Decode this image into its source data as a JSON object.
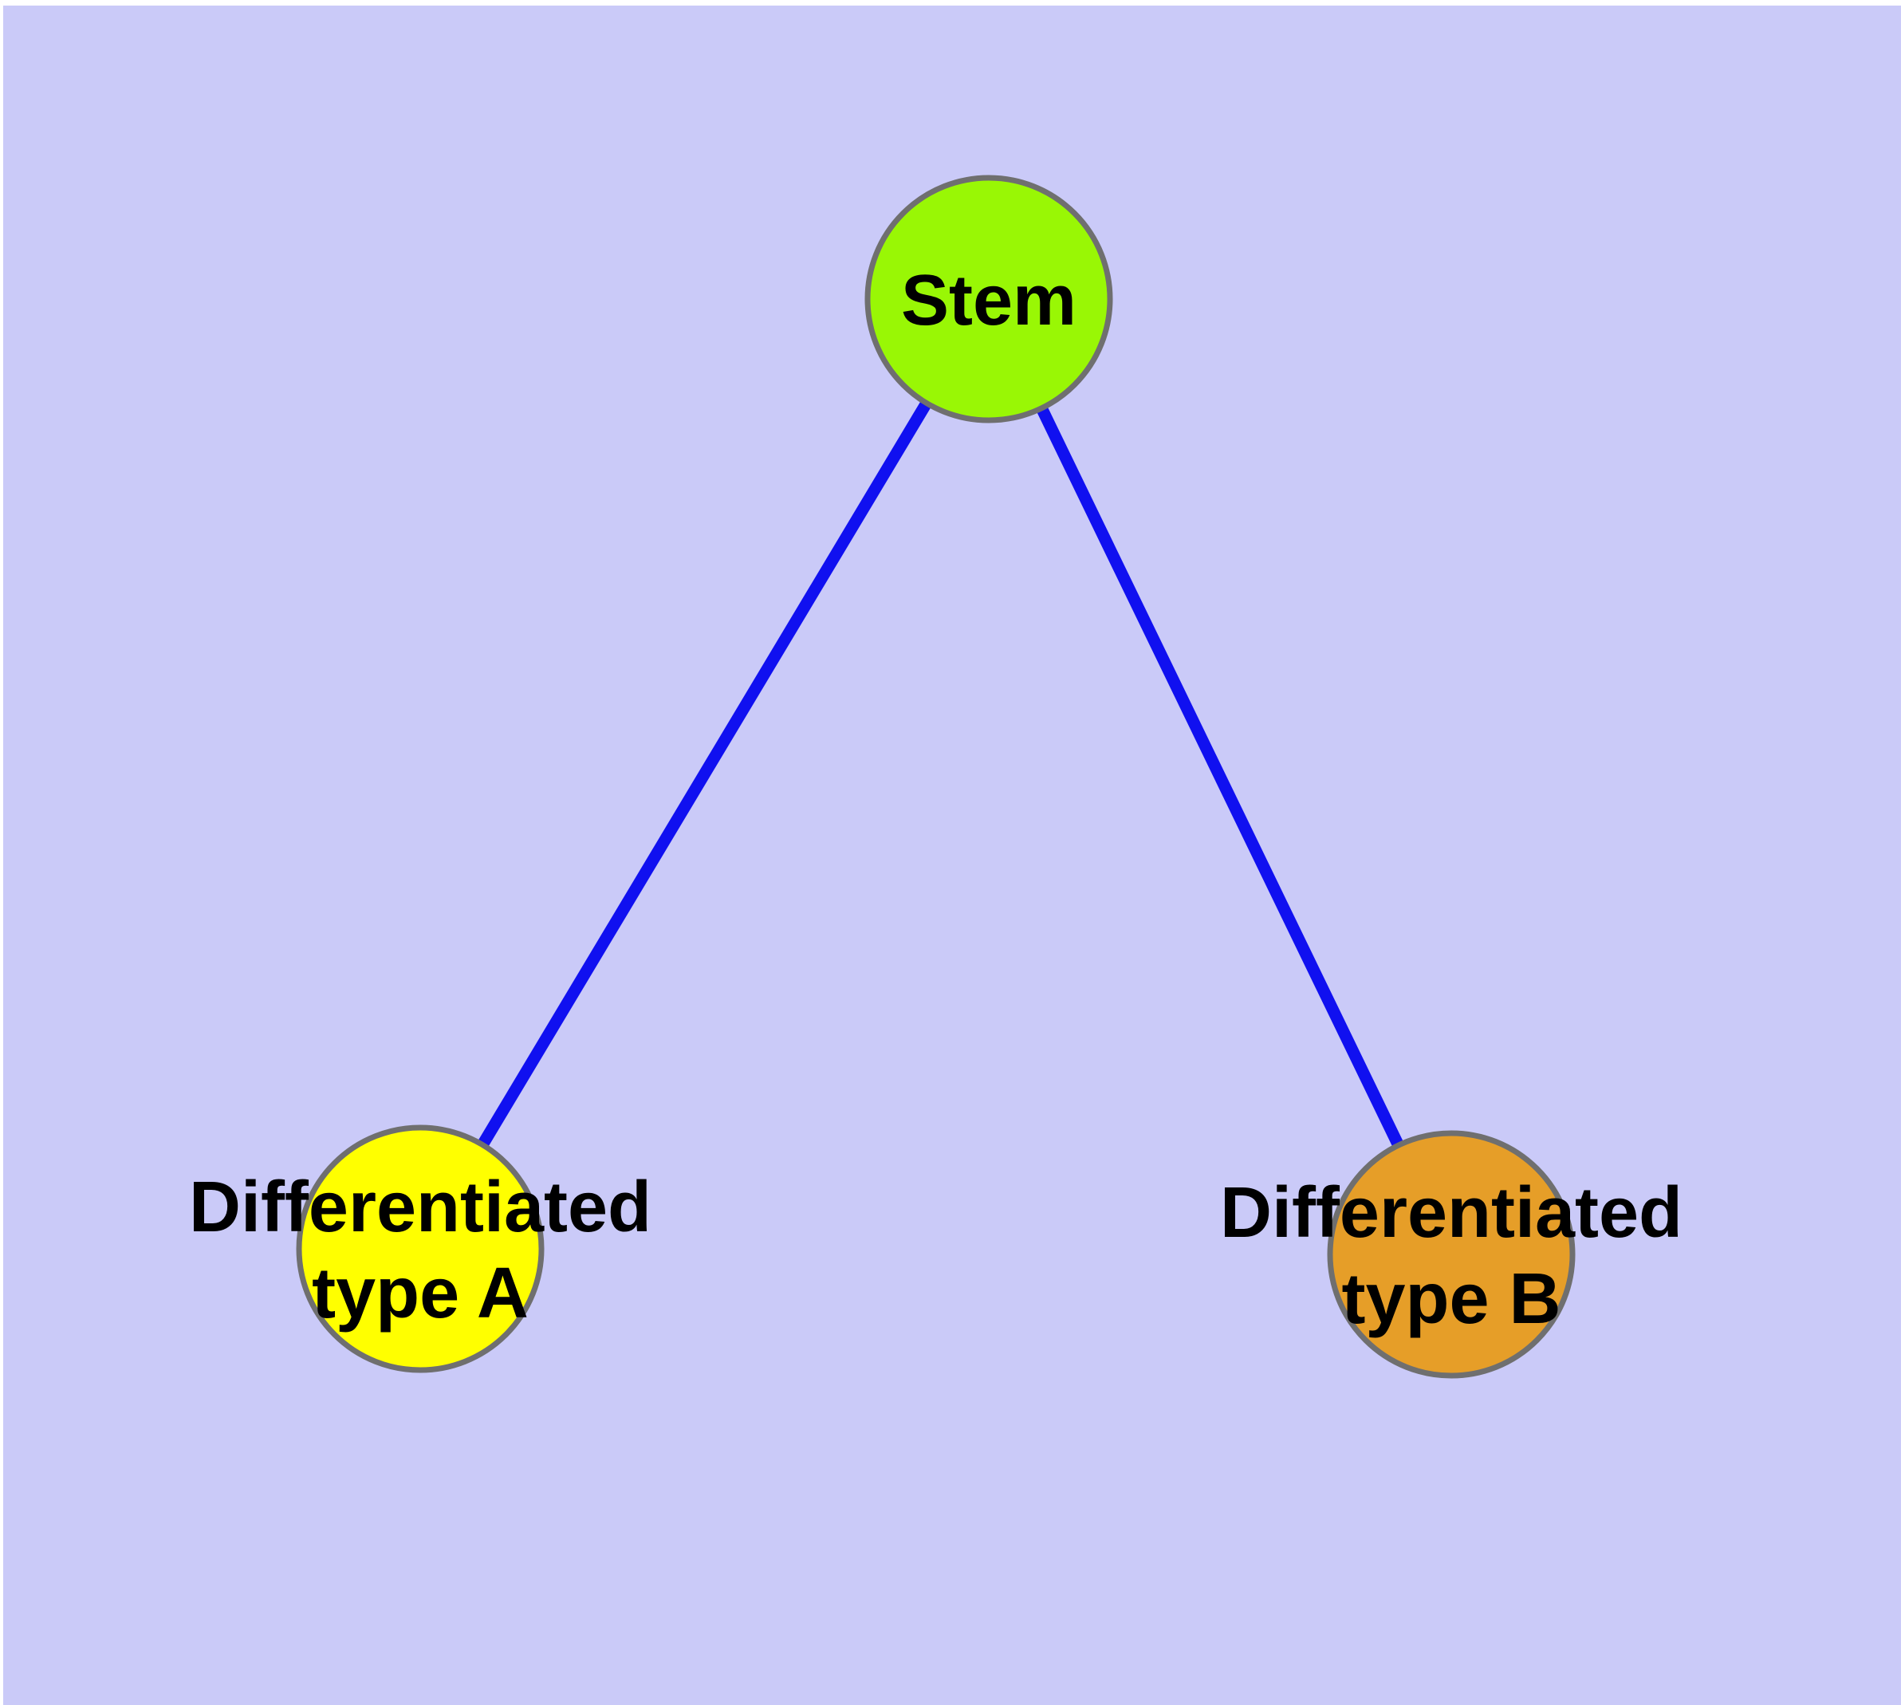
{
  "diagram": {
    "background_color": "#cacaf8",
    "page_margin_color": "#ffffff",
    "edge_color": "#1010f0",
    "node_border_color": "#6f6f6f",
    "label_color": "#000000",
    "nodes": [
      {
        "id": "stem",
        "label": "Stem",
        "fill": "#99f705"
      },
      {
        "id": "differentiated-type-a",
        "label_line1": "Differentiated",
        "label_line2": "type A",
        "fill": "#ffff00"
      },
      {
        "id": "differentiated-type-b",
        "label_line1": "Differentiated",
        "label_line2": "type B",
        "fill": "#e69e28"
      }
    ],
    "edges": [
      {
        "from": "Stem",
        "to": "Differentiated type A"
      },
      {
        "from": "Stem",
        "to": "Differentiated type B"
      }
    ]
  }
}
